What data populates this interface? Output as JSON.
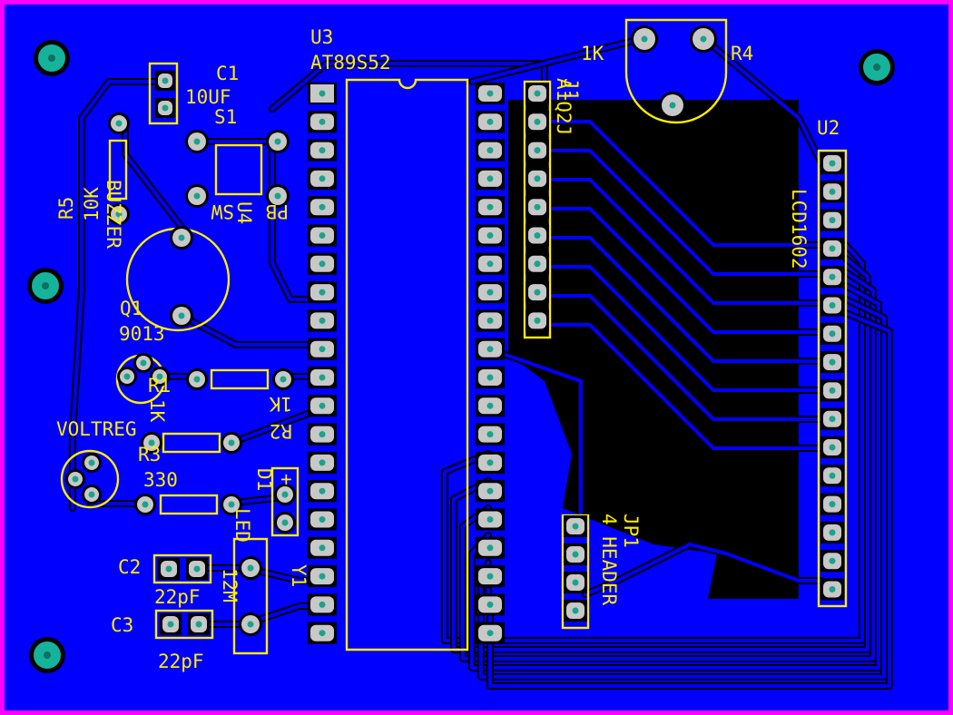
{
  "colors": {
    "board": "#0000ff",
    "frame": "#ff00ff",
    "silkscreen": "#ffee00",
    "pad": "#c8c8c8",
    "drill": "#1aa38c",
    "mounting_hole": "#15b39b",
    "copper_pour": "#000000"
  },
  "components": {
    "u3": {
      "ref": "U3",
      "value": "AT89S52"
    },
    "u2": {
      "ref": "U2",
      "value": "LCD1602"
    },
    "j1": {
      "ref": "J1",
      "value": "A1Q2J"
    },
    "r4": {
      "ref": "R4",
      "value": "1K"
    },
    "c1": {
      "ref": "C1",
      "value": "10UF"
    },
    "s1": {
      "ref": "S1",
      "value": "SW",
      "extra": "PB"
    },
    "r5": {
      "ref": "R5",
      "value": "10K"
    },
    "buzzer": {
      "ref": "U4",
      "value": "BUZZER"
    },
    "q1": {
      "ref": "Q1",
      "value": "9013"
    },
    "r1": {
      "ref": "R1",
      "value": "1K"
    },
    "r2": {
      "ref": "R2",
      "value": "1K"
    },
    "vr": {
      "ref": "VOLTREG"
    },
    "r3": {
      "ref": "R3",
      "value": "330"
    },
    "d1": {
      "ref": "D1",
      "value": "LED",
      "plus": "+"
    },
    "c2": {
      "ref": "C2",
      "value": "22pF"
    },
    "c3": {
      "ref": "C3",
      "value": "22pF"
    },
    "y1": {
      "ref": "Y1",
      "value": "12M"
    },
    "jp1": {
      "ref": "JP1",
      "value": "4 HEADER"
    }
  }
}
